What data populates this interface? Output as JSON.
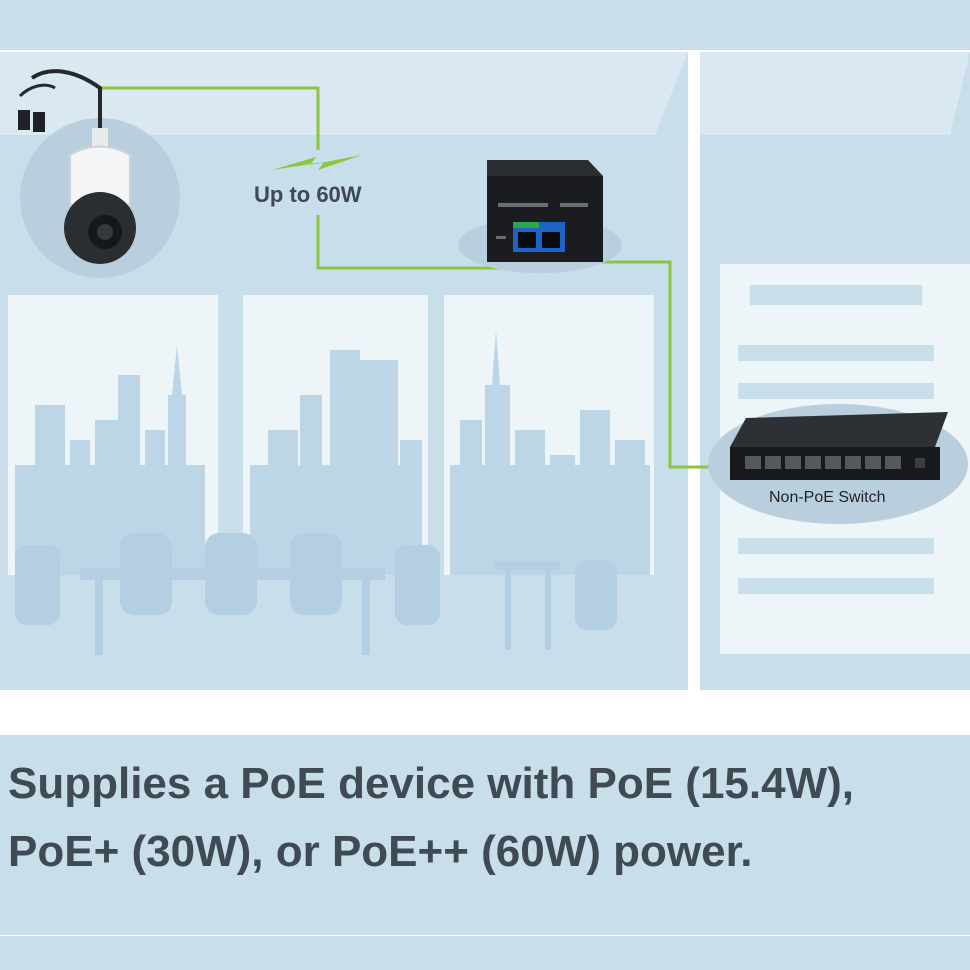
{
  "diagram": {
    "power_label": "Up to 60W",
    "switch_label": "Non-PoE Switch"
  },
  "caption": {
    "line1": "Supplies a PoE device with PoE  (15.4W),",
    "line2": "PoE+ (30W), or PoE++ (60W) power."
  },
  "colors": {
    "background_panel": "#c9deeb",
    "window_glass": "#eef5f9",
    "city_silhouette": "#bcd6e8",
    "cable_green": "#8cc63f",
    "device_black": "#1a1c1f",
    "port_blue": "#1e64c8",
    "port_green": "#2aa84a",
    "text_dark": "#3f4a53"
  },
  "icons": [
    "ptz-camera-icon",
    "lightning-bolt-icon",
    "poe-injector-icon",
    "network-switch-icon",
    "server-rack-icon"
  ]
}
